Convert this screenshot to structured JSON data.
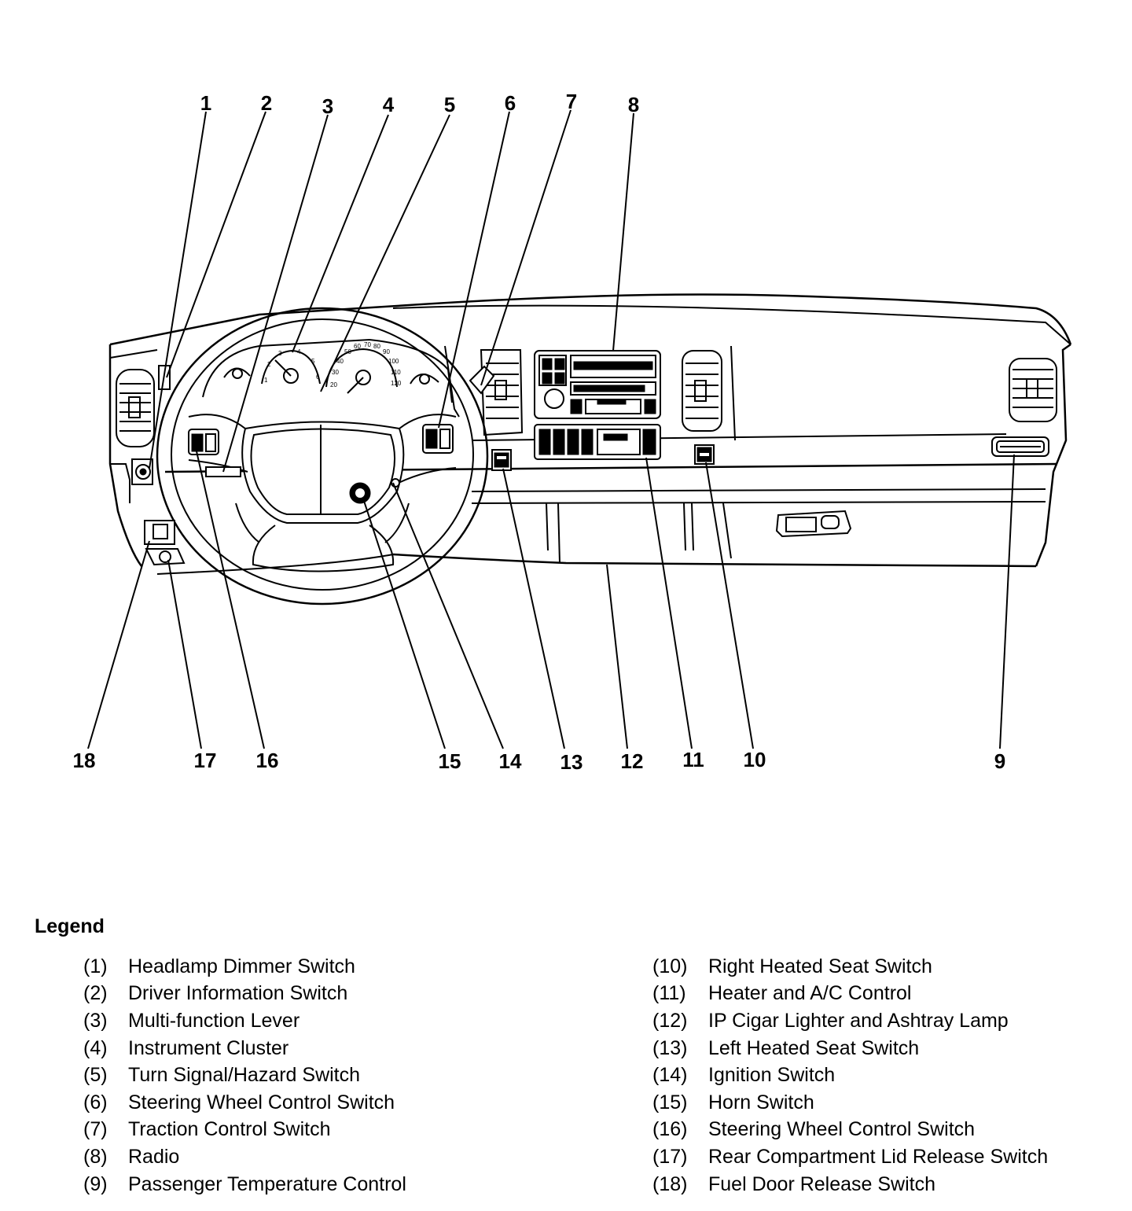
{
  "diagram": {
    "callouts": [
      "1",
      "2",
      "3",
      "4",
      "5",
      "6",
      "7",
      "8",
      "9",
      "10",
      "11",
      "12",
      "13",
      "14",
      "15",
      "16",
      "17",
      "18"
    ],
    "cluster_tiny_text": {
      "speed_scale": [
        "20",
        "30",
        "40",
        "50",
        "60",
        "70",
        "80",
        "90",
        "100",
        "110",
        "120"
      ],
      "tach_scale": [
        "1",
        "2",
        "3",
        "4",
        "5",
        "6"
      ]
    }
  },
  "legend": {
    "title": "Legend",
    "left": [
      {
        "num": "(1)",
        "text": "Headlamp Dimmer Switch"
      },
      {
        "num": "(2)",
        "text": "Driver Information Switch"
      },
      {
        "num": "(3)",
        "text": "Multi-function Lever"
      },
      {
        "num": "(4)",
        "text": "Instrument Cluster"
      },
      {
        "num": "(5)",
        "text": "Turn Signal/Hazard Switch"
      },
      {
        "num": "(6)",
        "text": "Steering Wheel Control Switch"
      },
      {
        "num": "(7)",
        "text": "Traction Control Switch"
      },
      {
        "num": "(8)",
        "text": "Radio"
      },
      {
        "num": "(9)",
        "text": "Passenger Temperature Control"
      }
    ],
    "right": [
      {
        "num": "(10)",
        "text": "Right Heated Seat Switch"
      },
      {
        "num": "(11)",
        "text": "Heater and A/C Control"
      },
      {
        "num": "(12)",
        "text": "IP Cigar Lighter and Ashtray Lamp"
      },
      {
        "num": "(13)",
        "text": "Left Heated Seat Switch"
      },
      {
        "num": "(14)",
        "text": "Ignition Switch"
      },
      {
        "num": "(15)",
        "text": "Horn Switch"
      },
      {
        "num": "(16)",
        "text": "Steering Wheel Control Switch"
      },
      {
        "num": "(17)",
        "text": "Rear Compartment Lid Release Switch"
      },
      {
        "num": "(18)",
        "text": "Fuel Door Release Switch"
      }
    ]
  }
}
